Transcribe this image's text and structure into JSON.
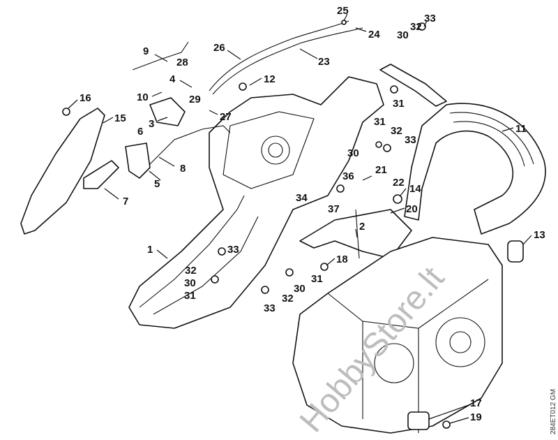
{
  "diagram": {
    "watermark": "HobbyStore.lt",
    "drawing_code": "284ET012 GM",
    "part_labels": [
      "25",
      "24",
      "33",
      "32",
      "30",
      "9",
      "26",
      "23",
      "28",
      "12",
      "4",
      "29",
      "31",
      "10",
      "16",
      "27",
      "3",
      "11",
      "15",
      "6",
      "31",
      "32",
      "33",
      "30",
      "8",
      "21",
      "22",
      "36",
      "14",
      "5",
      "7",
      "34",
      "37",
      "20",
      "2",
      "13",
      "1",
      "33",
      "18",
      "32",
      "30",
      "31",
      "31",
      "30",
      "32",
      "33",
      "17",
      "19"
    ]
  }
}
